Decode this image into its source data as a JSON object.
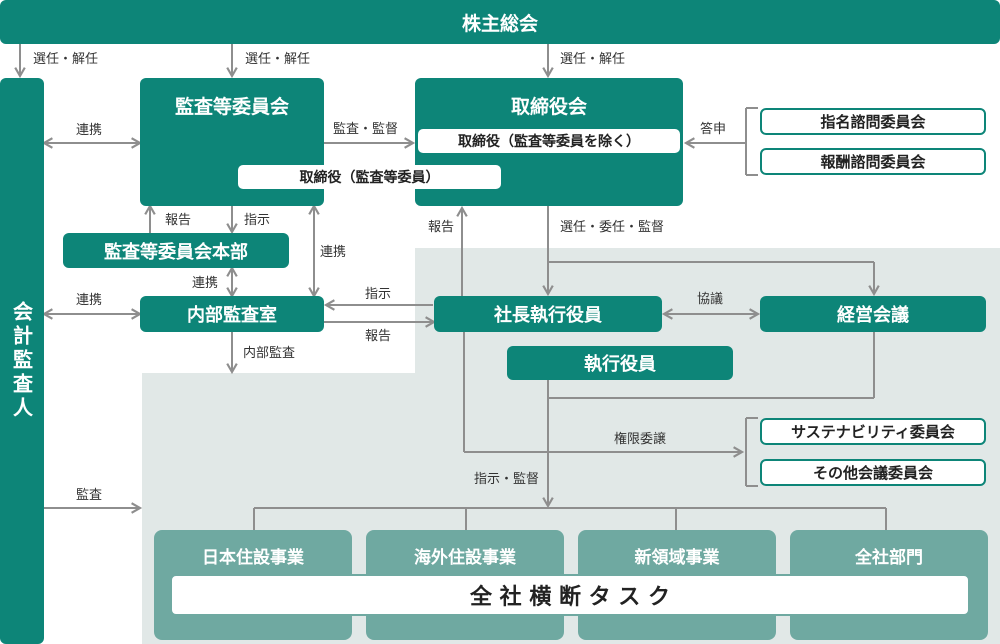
{
  "nodes": {
    "shareholders_meeting": "株主総会",
    "audit_committee": "監査等委員会",
    "board": "取締役会",
    "directors_excluding_audit": "取締役（監査等委員を除く）",
    "directors_audit": "取締役（監査等委員）",
    "audit_committee_office": "監査等委員会本部",
    "internal_audit": "内部監査室",
    "president": "社長執行役員",
    "management_meeting": "経営会議",
    "executive_officers": "執行役員",
    "accounting_auditor": "会計監査人",
    "nomination_committee": "指名諮問委員会",
    "compensation_committee": "報酬諮問委員会",
    "sustainability_committee": "サステナビリティ委員会",
    "other_committees": "その他会議委員会",
    "business_units": [
      "日本住設事業",
      "海外住設事業",
      "新領域事業",
      "全社部門"
    ],
    "taskforce": "全 社 横 断 タ ス ク"
  },
  "labels": {
    "elect1": "選任・解任",
    "elect2": "選任・解任",
    "elect3": "選任・解任",
    "coop1": "連携",
    "coop2": "連携",
    "coop3": "連携",
    "coop4": "連携",
    "audit_supervise": "監査・監督",
    "report1": "報告",
    "instruct1": "指示",
    "report2": "報告",
    "elect_delegate_supervise": "選任・委任・監督",
    "instruct2": "指示",
    "report3": "報告",
    "internal_audit_flow": "内部監査",
    "consult": "協議",
    "report_answer": "答申",
    "delegation": "権限委譲",
    "instruct_supervise": "指示・監督",
    "audit": "監査"
  },
  "colors": {
    "dark": "#0d8578",
    "light": "#6fa9a1",
    "panel": "#e1e8e7",
    "arrow": "#8e8e8e"
  }
}
